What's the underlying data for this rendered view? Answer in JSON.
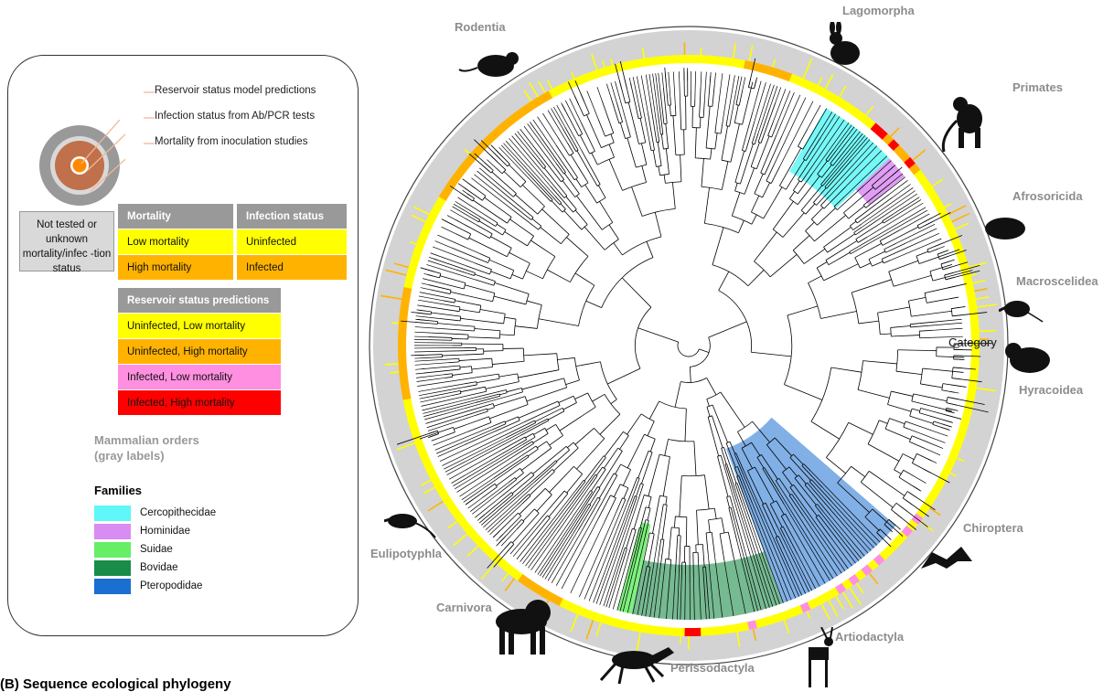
{
  "legend": {
    "layers": {
      "outer": "Reservoir status model predictions",
      "middle": "Infection status from Ab/PCR tests",
      "inner": "Mortality from inoculation studies"
    },
    "unknown_box": "Not tested or unknown mortality/infec -tion status",
    "mortality": {
      "header": "Mortality",
      "rows": [
        {
          "label": "Low mortality",
          "color": "#ffff00"
        },
        {
          "label": "High mortality",
          "color": "#ffb300"
        }
      ]
    },
    "infection": {
      "header": "Infection status",
      "rows": [
        {
          "label": "Uninfected",
          "color": "#ffff00"
        },
        {
          "label": "Infected",
          "color": "#ffb300"
        }
      ]
    },
    "reservoir": {
      "header": "Reservoir status predictions",
      "rows": [
        {
          "label": "Uninfected, Low mortality",
          "color": "#ffff00"
        },
        {
          "label": "Uninfected, High mortality",
          "color": "#ffb300"
        },
        {
          "label": "Infected, Low mortality",
          "color": "#ff8fe0"
        },
        {
          "label": "Infected, High mortality",
          "color": "#ff0000"
        }
      ]
    },
    "orders_note": "Mammalian orders (gray labels)",
    "families_title": "Families",
    "families": [
      {
        "label": "Cercopithecidae",
        "color": "#5ff7f7"
      },
      {
        "label": "Hominidae",
        "color": "#d98cf2"
      },
      {
        "label": "Suidae",
        "color": "#66ee66"
      },
      {
        "label": "Bovidae",
        "color": "#1a8c4a"
      },
      {
        "label": "Pteropodidae",
        "color": "#1a6fd1"
      }
    ]
  },
  "orders": {
    "rodentia": "Rodentia",
    "lagomorpha": "Lagomorpha",
    "primates": "Primates",
    "afrosoricida": "Afrosoricida",
    "macroscelidea": "Macroscelidea",
    "hyracoidea": "Hyracoidea",
    "chiroptera": "Chiroptera",
    "artiodactyla": "Artiodactyla",
    "perissodactyla": "Perissodactyla",
    "carnivora": "Carnivora",
    "eulipotyphla": "Eulipotyphla"
  },
  "overlap_text": "Category",
  "footer_caption": "(B) Sequence ecological phylogeny",
  "colors": {
    "ring_gray": "#d3d3d3",
    "low": "#ffff00",
    "high": "#ffb300",
    "pink": "#ff8fe0",
    "red": "#ff0000",
    "order_label": "#8c8c8c"
  }
}
